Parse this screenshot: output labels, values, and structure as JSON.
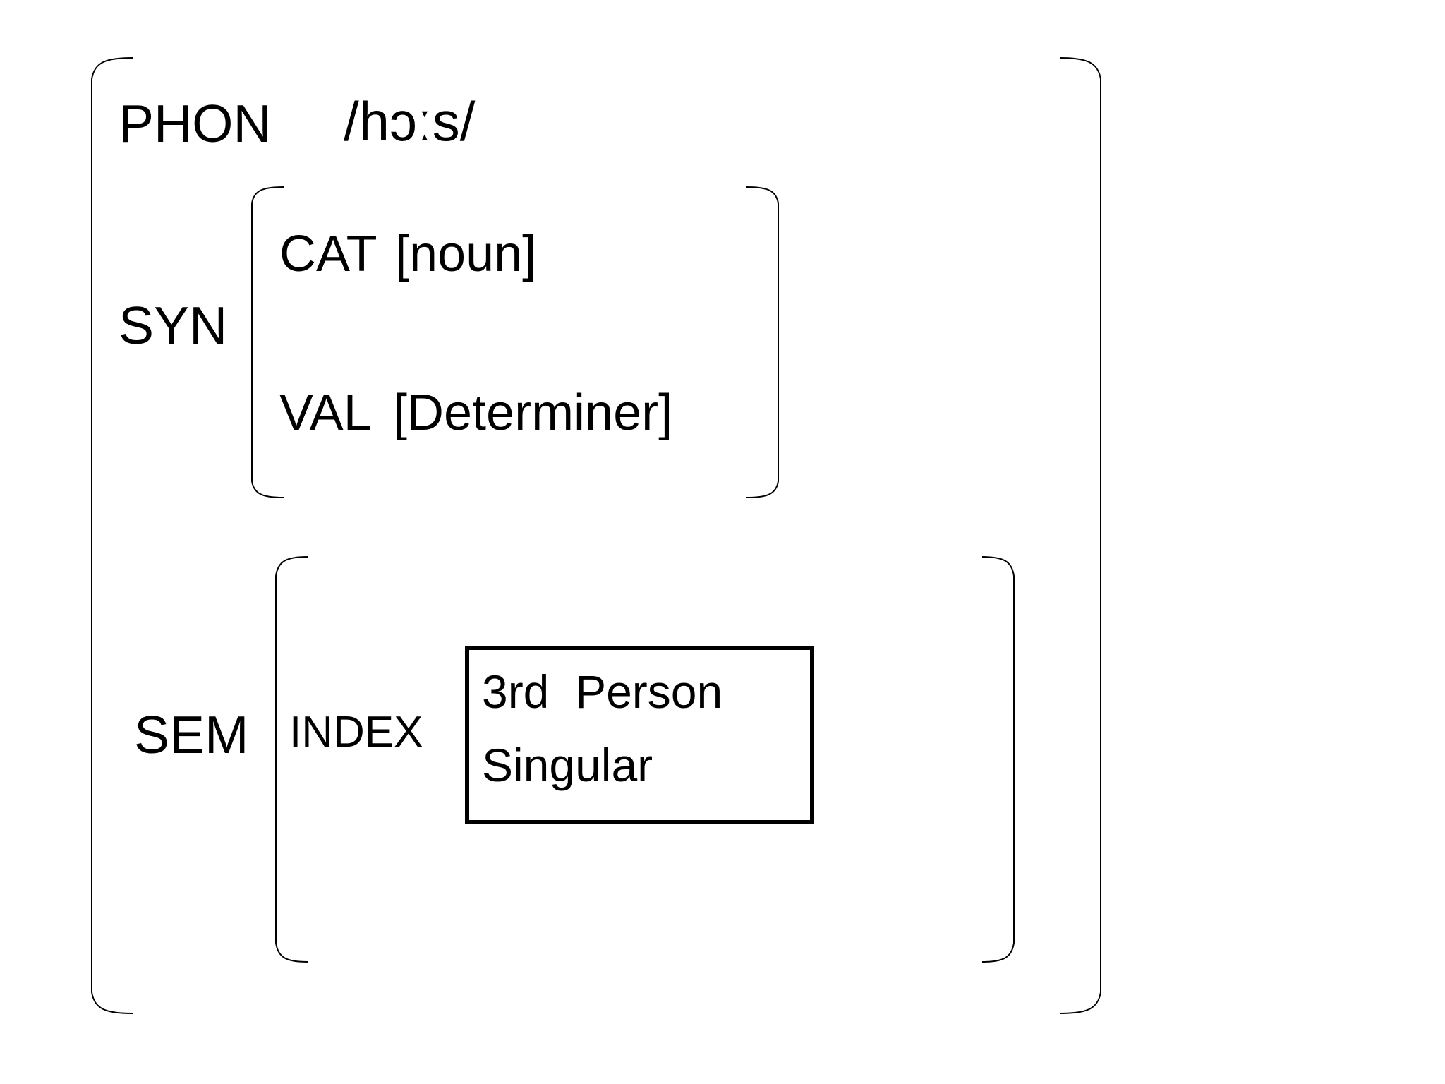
{
  "diagram": {
    "kind": "attribute-value-matrix",
    "title_text": "",
    "background_color": "#ffffff",
    "ink_color": "#000000"
  },
  "features": {
    "phon": {
      "attribute": "PHON",
      "value": "/hɔːs/"
    },
    "syn": {
      "attribute": "SYN",
      "rows": [
        {
          "attribute": "CAT",
          "value": "[noun]"
        },
        {
          "attribute": "VAL",
          "value": "[Determiner]"
        }
      ]
    },
    "sem": {
      "attribute": "SEM",
      "index": {
        "attribute": "INDEX",
        "boxed_value_lines": [
          "3rd  Person",
          "Singular"
        ]
      }
    }
  }
}
